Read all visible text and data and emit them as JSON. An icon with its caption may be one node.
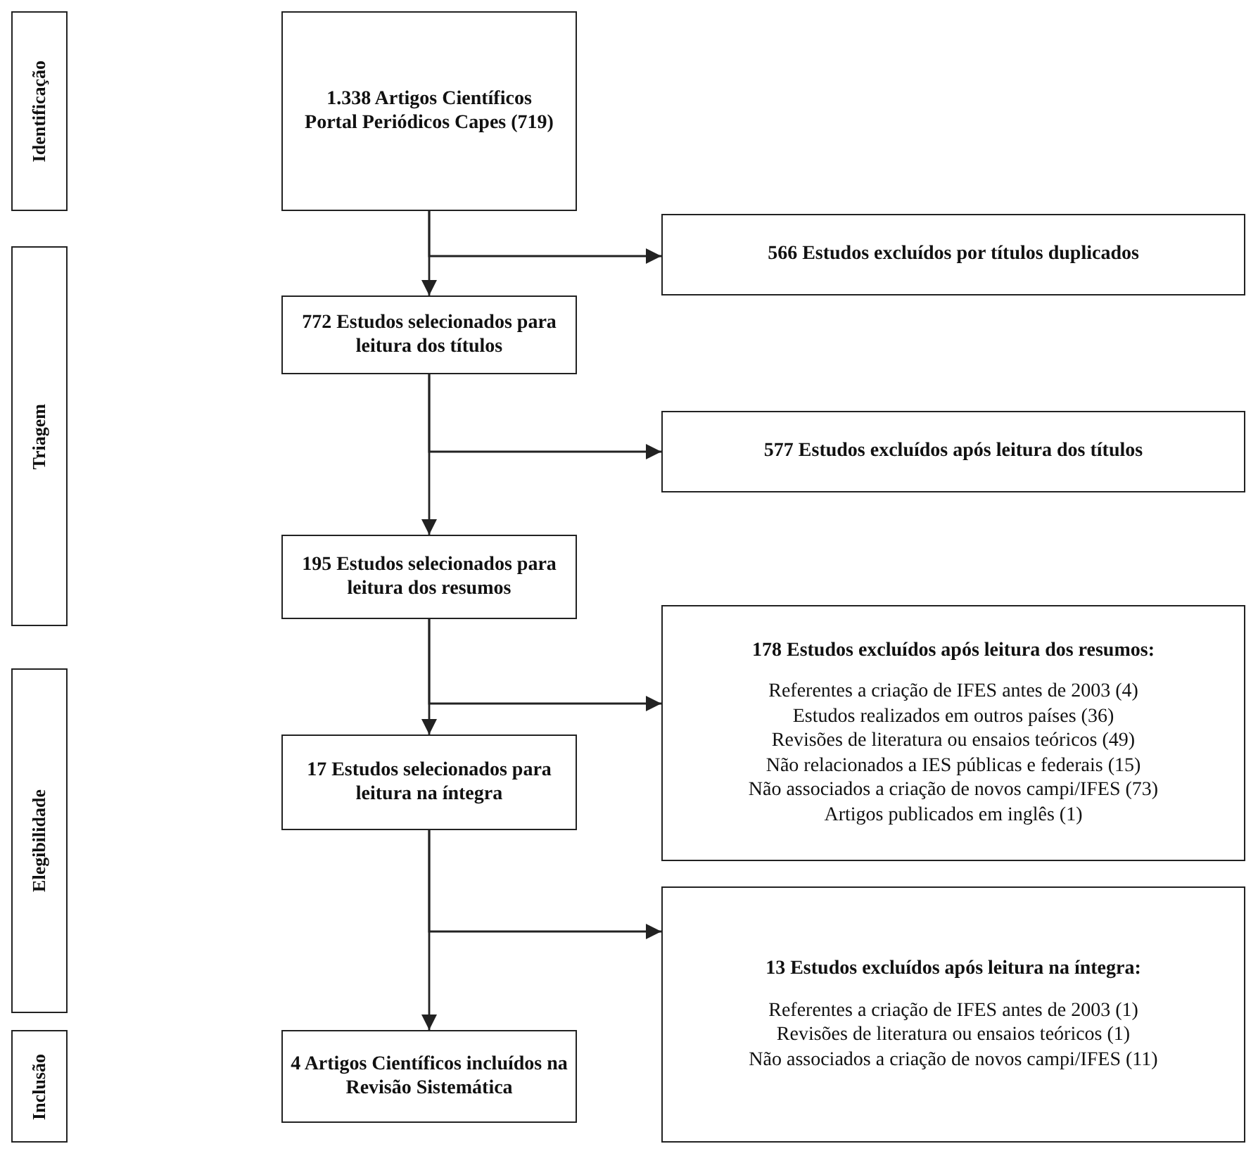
{
  "diagram": {
    "nodes": [
      {
        "text": [
          "Identificação"
        ]
      },
      {
        "text": [
          "Triagem"
        ]
      },
      {
        "text": [
          "Elegibilidade"
        ]
      },
      {
        "text": [
          "Inclusão"
        ]
      },
      {
        "text": [
          "1.338 Artigos Científicos",
          "Portal Periódicos Capes (719)"
        ]
      },
      {
        "text": [
          "566 Estudos excluídos por títulos duplicados"
        ]
      },
      {
        "text": [
          "772 Estudos selecionados para leitura dos títulos"
        ]
      },
      {
        "text": [
          "577 Estudos excluídos após leitura dos títulos"
        ]
      },
      {
        "text": [
          "195 Estudos selecionados para leitura dos resumos"
        ]
      },
      {
        "text": [
          "178 Estudos excluídos após leitura dos resumos:",
          "Referentes a criação de IFES antes de 2003 (4)",
          "Estudos realizados em outros países (36)",
          "Revisões de literatura ou ensaios teóricos (49)",
          "Não relacionados a IES públicas e federais (15)",
          "Não associados a criação de novos campi/IFES (73)",
          "Artigos publicados em inglês (1)"
        ]
      },
      {
        "text": [
          "17 Estudos selecionados para leitura na íntegra"
        ]
      },
      {
        "text": [
          "13 Estudos excluídos após leitura na íntegra:",
          "Referentes a criação de IFES antes de 2003 (1)",
          "Revisões de literatura ou ensaios teóricos (1)",
          "Não associados a criação de novos campi/IFES (11)"
        ]
      },
      {
        "text": [
          "4 Artigos Científicos incluídos na Revisão Sistemática"
        ]
      }
    ],
    "edges": [
      {
        "from": 4,
        "to": 6,
        "arrow": "to"
      },
      {
        "from": 4,
        "to": 5,
        "arrow": "to"
      },
      {
        "from": 6,
        "to": 8,
        "arrow": "to"
      },
      {
        "from": 6,
        "to": 7,
        "arrow": "to"
      },
      {
        "from": 8,
        "to": 10,
        "arrow": "to"
      },
      {
        "from": 8,
        "to": 9,
        "arrow": "to"
      },
      {
        "from": 10,
        "to": 12,
        "arrow": "to"
      },
      {
        "from": 10,
        "to": 11,
        "arrow": "to"
      }
    ]
  }
}
